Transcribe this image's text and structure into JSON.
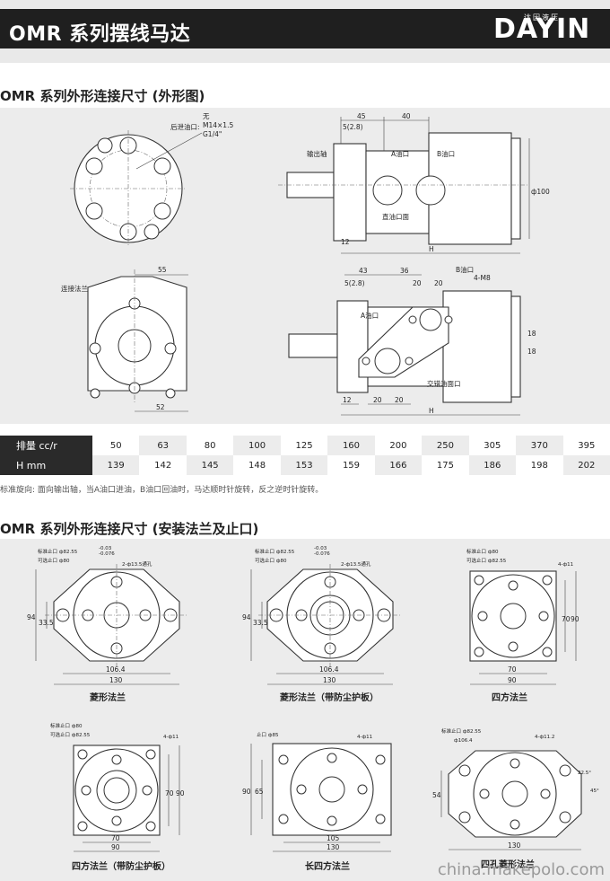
{
  "header": {
    "title": "OMR 系列摆线马达",
    "logo_text": "DAYIN",
    "logo_sub": "达因液压"
  },
  "section1": {
    "title": "OMR 系列外形连接尺寸 (外形图)",
    "labels": {
      "rear_port": "后泄油口:",
      "none": "无",
      "m14": "M14×1.5",
      "g14": "G1/4\"",
      "output_shaft": "输出轴",
      "port_a": "A油口",
      "port_b": "B油口",
      "port_face": "直油口面",
      "flange": "连接法兰",
      "side_port_face": "交错油面口",
      "m8": "4-M8"
    },
    "dims": {
      "d45": "45",
      "d40": "40",
      "d5_28": "5(2.8)",
      "phi100": "ф100",
      "d12": "12",
      "H": "H",
      "d55": "55",
      "d52": "52",
      "d43": "43",
      "d36": "36",
      "d20": "20",
      "d18": "18"
    }
  },
  "table": {
    "rows": [
      {
        "label": "排量 cc/r",
        "values": [
          "50",
          "63",
          "80",
          "100",
          "125",
          "160",
          "200",
          "250",
          "305",
          "370",
          "395"
        ]
      },
      {
        "label": "H mm",
        "values": [
          "139",
          "142",
          "145",
          "148",
          "153",
          "159",
          "166",
          "175",
          "186",
          "198",
          "202"
        ]
      }
    ],
    "note": "标准旋向: 面向输出轴，当A油口进油，B油口回油时，马达顺时针旋转，反之逆时针旋转。"
  },
  "section2": {
    "title": "OMR 系列外形连接尺寸 (安装法兰及止口)",
    "flanges": [
      {
        "caption": "菱形法兰",
        "std": "标准止口 ф82.55",
        "opt": "可选止口 ф80",
        "holes": "2-ф13.5通孔",
        "w1": "106.4",
        "w2": "130",
        "h1": "94",
        "h2": "33.5"
      },
      {
        "caption": "菱形法兰（带防尘护板）",
        "std": "标准止口 ф82.55",
        "opt": "可选止口 ф80",
        "holes": "2-ф13.5通孔",
        "w1": "106.4",
        "w2": "130",
        "h1": "94",
        "h2": "33.5"
      },
      {
        "caption": "四方法兰",
        "std": "标准止口 ф80",
        "opt": "可选止口 ф82.55",
        "holes": "4-ф11",
        "w1": "70",
        "w2": "90",
        "h1": "70",
        "h2": "90"
      },
      {
        "caption": "四方法兰（带防尘护板）",
        "std": "标准止口 ф80",
        "opt": "可选止口 ф82.55",
        "holes": "4-ф11",
        "w1": "70",
        "w2": "90",
        "h1": "70",
        "h2": "90"
      },
      {
        "caption": "长四方法兰",
        "std": "止口 ф85",
        "opt": "",
        "holes": "4-ф11",
        "w1": "105",
        "w2": "130",
        "h1": "90",
        "h2": "65"
      },
      {
        "caption": "四孔菱形法兰",
        "std": "标准止口 ф82.55",
        "opt": "ф106.4",
        "holes": "4-ф11.2",
        "w1": "130",
        "w2": "54",
        "h1": "22.5°",
        "h2": "45°"
      }
    ],
    "tol_upper_a": "-0.03",
    "tol_lower_a": "-0.076"
  },
  "watermark": "china.makepolo.com"
}
